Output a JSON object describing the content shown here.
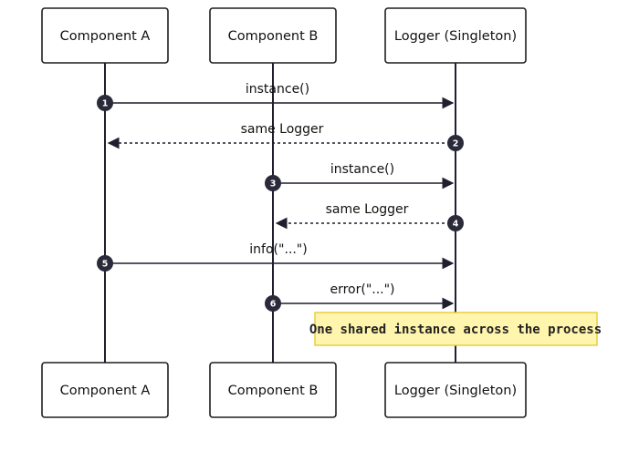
{
  "participants": [
    {
      "id": "a",
      "label": "Component A"
    },
    {
      "id": "b",
      "label": "Component B"
    },
    {
      "id": "logger",
      "label": "Logger (Singleton)"
    }
  ],
  "messages": [
    {
      "seq": "1",
      "from": "a",
      "to": "logger",
      "label": "instance()",
      "style": "solid"
    },
    {
      "seq": "2",
      "from": "logger",
      "to": "a",
      "label": "same Logger",
      "style": "dashed"
    },
    {
      "seq": "3",
      "from": "b",
      "to": "logger",
      "label": "instance()",
      "style": "solid"
    },
    {
      "seq": "4",
      "from": "logger",
      "to": "b",
      "label": "same Logger",
      "style": "dashed"
    },
    {
      "seq": "5",
      "from": "a",
      "to": "logger",
      "label": "info(\"...\")",
      "style": "solid"
    },
    {
      "seq": "6",
      "from": "b",
      "to": "logger",
      "label": "error(\"...\")",
      "style": "solid"
    }
  ],
  "note": {
    "text": "One shared instance across the process"
  },
  "colors": {
    "line": "#1f1f2e",
    "note_fill": "#fff5ad",
    "note_border": "#e8c93a"
  }
}
